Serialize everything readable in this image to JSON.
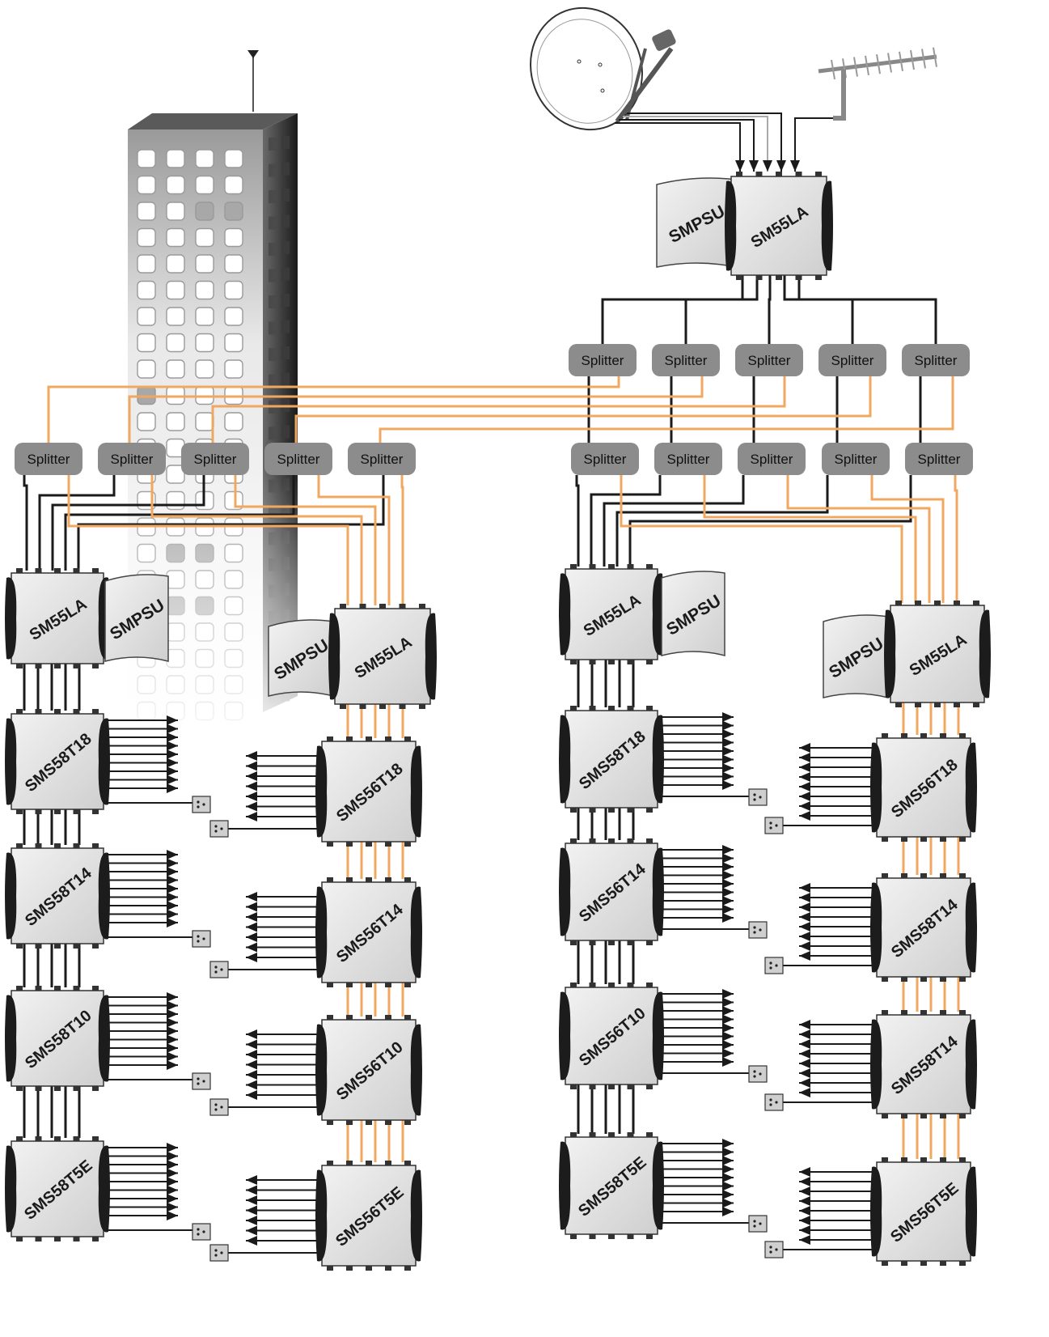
{
  "labels": {
    "splitter": "Splitter",
    "psu": "SMPSU",
    "amp": "SM55LA"
  },
  "colors": {
    "black_cable": "#1a1a1a",
    "orange_cable": "#f0a860",
    "splitter_fill": "#8c8c8c",
    "device_fill": "#dedede",
    "device_cap": "#1c1c1c",
    "building_window": "#bdbdbd"
  },
  "branches": {
    "left_black": [
      "SMS58T18",
      "SMS58T14",
      "SMS58T10",
      "SMS58T5E"
    ],
    "left_orange": [
      "SMS56T18",
      "SMS56T14",
      "SMS56T10",
      "SMS56T5E"
    ],
    "right_black": [
      "SMS58T18",
      "SMS56T14",
      "SMS56T10",
      "SMS58T5E"
    ],
    "right_orange": [
      "SMS56T18",
      "SMS58T14",
      "SMS58T14",
      "SMS56T5E"
    ]
  },
  "icons": {
    "dish": "satellite-dish-icon",
    "antenna": "terrestrial-antenna-icon",
    "building": "building-icon",
    "socket": "tv-socket-icon"
  }
}
